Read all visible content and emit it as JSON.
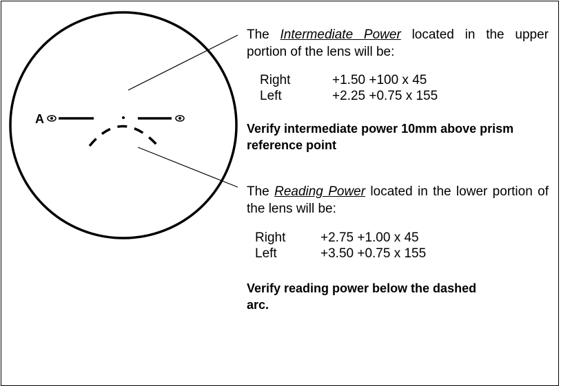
{
  "label_a": "A",
  "intermediate": {
    "pre": "The ",
    "term": "Intermediate Power",
    "post": " located in the upper portion of the lens will be:",
    "right_label": "Right",
    "right_value": "+1.50 +100 x 45",
    "left_label": "Left",
    "left_value": "+2.25 +0.75 x 155",
    "verify": "Verify intermediate power 10mm above prism reference point"
  },
  "reading": {
    "pre": "The ",
    "term": "Reading Power",
    "post": " located in the lower portion of the lens will be:",
    "right_label": "Right",
    "right_value": "+2.75 +1.00 x 45",
    "left_label": "Left",
    "left_value": "+3.50 +0.75 x 155",
    "verify": "Verify reading power below the dashed arc."
  }
}
